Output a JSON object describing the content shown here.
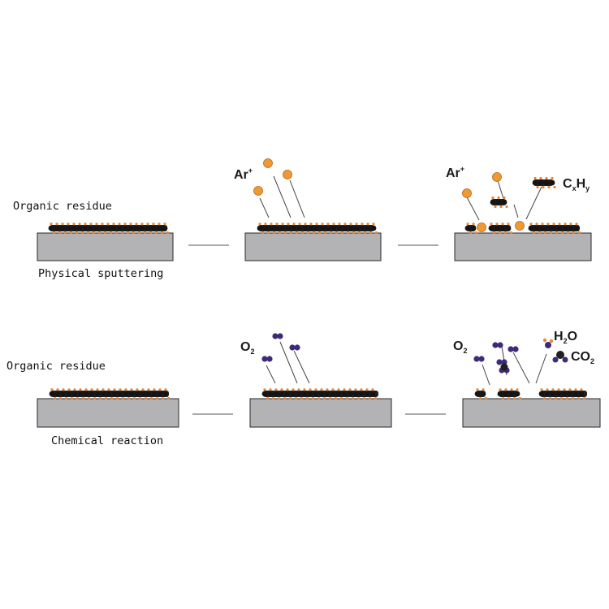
{
  "rows": [
    {
      "label_top": "Organic residue",
      "label_bottom": "Physical sputtering",
      "stage2_species": "Ar",
      "stage2_species_sup": "+",
      "stage3_ion": "Ar",
      "stage3_ion_sup": "+",
      "stage3_product": {
        "main": "C",
        "sub1": "x",
        "main2": "H",
        "sub2": "y"
      }
    },
    {
      "label_top": "Organic residue",
      "label_bottom": "Chemical reaction",
      "stage2_species": "O",
      "stage2_species_sub": "2",
      "stage3_species": "O",
      "stage3_species_sub": "2",
      "stage3_product1": {
        "main": "H",
        "sub": "2",
        "main2": "O"
      },
      "stage3_product2": {
        "main": "CO",
        "sub": "2"
      }
    }
  ],
  "colors": {
    "substrate": "#b3b3b5",
    "substrate_edge": "#2a2a2a",
    "residue_dark": "#1f1f1f",
    "residue_orange": "#e8843a",
    "argon": "#ee9a34",
    "oxygen": "#3f2a7a",
    "connector": "#555555"
  }
}
